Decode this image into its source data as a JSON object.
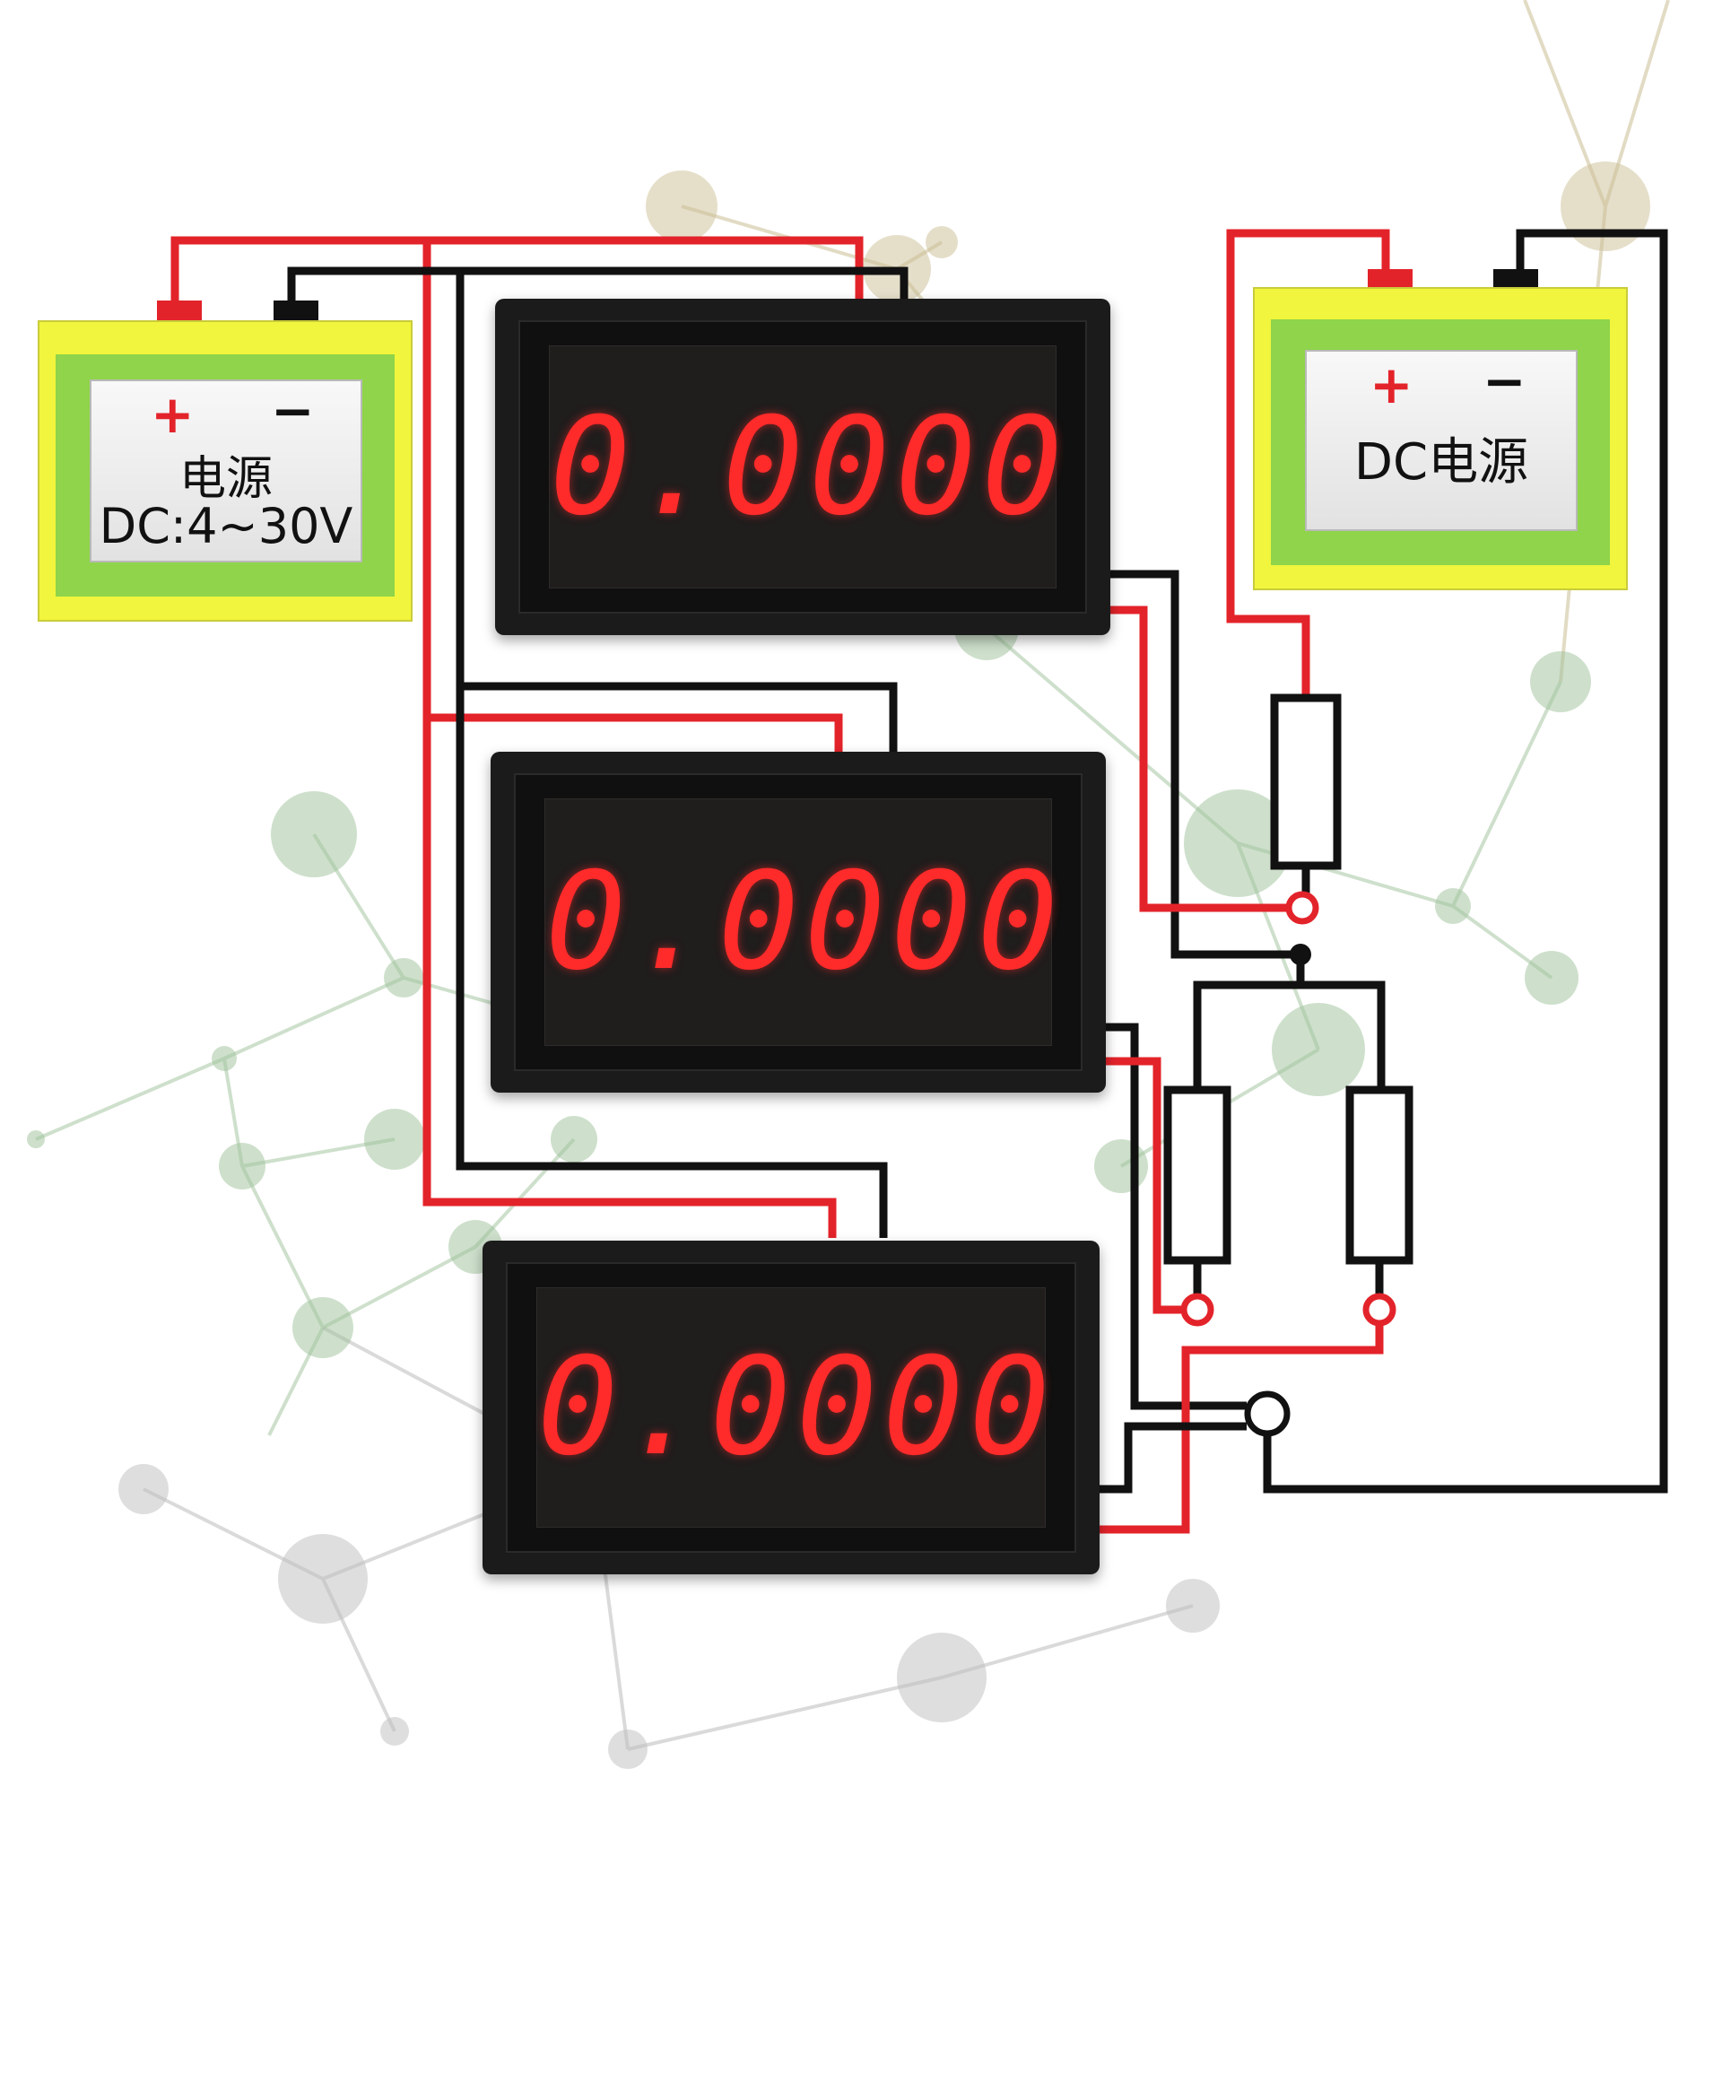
{
  "psu_left": {
    "plus": "+",
    "minus": "−",
    "line1": "电源",
    "line2": "DC:4~30V"
  },
  "psu_right": {
    "plus": "+",
    "minus": "−",
    "line1": "DC电源"
  },
  "meters": [
    {
      "reading": "0.0000"
    },
    {
      "reading": "0.0000"
    },
    {
      "reading": "0.0000"
    }
  ],
  "colors": {
    "wire_positive": "#e3232a",
    "wire_negative": "#111111",
    "display_segment": "#ff2a2a",
    "psu_outer": "#f1f53d",
    "psu_band": "#8fd44a"
  }
}
